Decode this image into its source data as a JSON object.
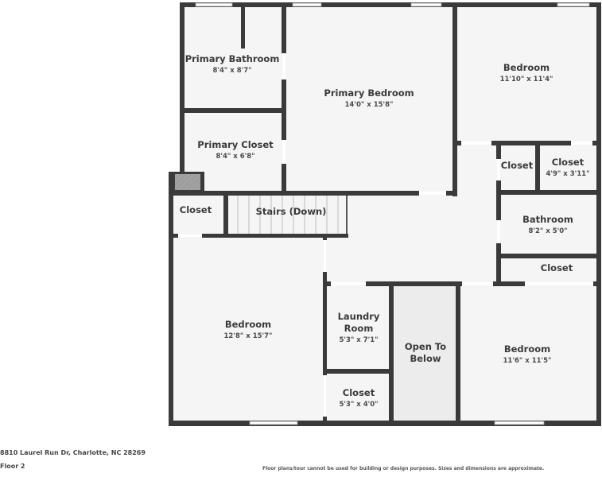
{
  "colors": {
    "wall": "#3a3a3a",
    "floor": "#f5f5f5",
    "open_below": "#ececec",
    "text": "#3a3a3a"
  },
  "rooms": {
    "primary_bathroom": {
      "name": "Primary Bathroom",
      "dim": "8'4\" x 8'7\""
    },
    "primary_closet": {
      "name": "Primary Closet",
      "dim": "8'4\" x 6'8\""
    },
    "primary_bedroom": {
      "name": "Primary Bedroom",
      "dim": "14'0\" x 15'8\""
    },
    "bedroom_ne": {
      "name": "Bedroom",
      "dim": "11'10\" x 11'4\""
    },
    "closet_small": {
      "name": "Closet"
    },
    "closet_ne": {
      "name": "Closet",
      "dim": "4'9\" x 3'11\""
    },
    "closet_w": {
      "name": "Closet"
    },
    "stairs": {
      "name": "Stairs (Down)"
    },
    "bathroom": {
      "name": "Bathroom",
      "dim": "8'2\" x 5'0\""
    },
    "closet_e": {
      "name": "Closet"
    },
    "bedroom_sw": {
      "name": "Bedroom",
      "dim": "12'8\" x 15'7\""
    },
    "laundry": {
      "name_line1": "Laundry",
      "name_line2": "Room",
      "dim": "5'3\" x 7'1\""
    },
    "closet_s": {
      "name": "Closet",
      "dim": "5'3\" x 4'0\""
    },
    "open_below": {
      "name_line1": "Open To",
      "name_line2": "Below"
    },
    "bedroom_se": {
      "name": "Bedroom",
      "dim": "11'6\" x 11'5\""
    }
  },
  "footer": {
    "address": "8810 Laurel Run Dr, Charlotte, NC 28269",
    "floor": "Floor 2",
    "disclaimer": "Floor plans/tour cannot be used for building or design purposes. Sizes and dimensions are approximate."
  }
}
